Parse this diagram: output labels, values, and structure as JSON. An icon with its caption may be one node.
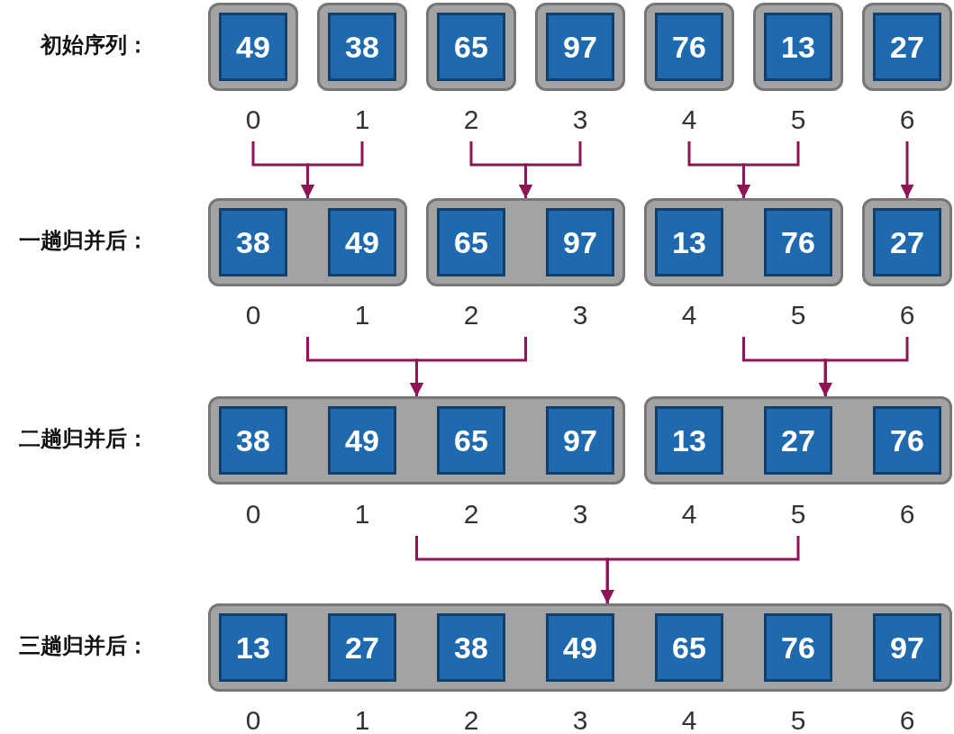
{
  "diagram": {
    "nodes": [
      {
        "text": [],
        "shape": "box"
      },
      {
        "text": [
          "49"
        ],
        "in": 0
      },
      {
        "text": [],
        "shape": "box"
      },
      {
        "text": [
          "38"
        ],
        "in": 2
      },
      {
        "text": [],
        "shape": "box"
      },
      {
        "text": [
          "65"
        ],
        "in": 4
      },
      {
        "text": [],
        "shape": "box"
      },
      {
        "text": [
          "97"
        ],
        "in": 6
      },
      {
        "text": [],
        "shape": "box"
      },
      {
        "text": [
          "76"
        ],
        "in": 8
      },
      {
        "text": [],
        "shape": "box"
      },
      {
        "text": [
          "13"
        ],
        "in": 10
      },
      {
        "text": [],
        "shape": "box"
      },
      {
        "text": [
          "27"
        ],
        "in": 12
      },
      {
        "text": [],
        "shape": "box"
      },
      {
        "text": [
          "38"
        ],
        "in": 14
      },
      {
        "text": [
          "49"
        ],
        "in": 14
      },
      {
        "text": [],
        "shape": "box"
      },
      {
        "text": [
          "65"
        ],
        "in": 17
      },
      {
        "text": [
          "97"
        ],
        "in": 17
      },
      {
        "text": [],
        "shape": "box"
      },
      {
        "text": [
          "13"
        ],
        "in": 20
      },
      {
        "text": [
          "76"
        ],
        "in": 20
      },
      {
        "text": [],
        "shape": "box"
      },
      {
        "text": [
          "27"
        ],
        "in": 23
      },
      {
        "text": [],
        "shape": "box"
      },
      {
        "text": [
          "38"
        ],
        "in": 25
      },
      {
        "text": [
          "49"
        ],
        "in": 25
      },
      {
        "text": [
          "65"
        ],
        "in": 25
      },
      {
        "text": [
          "97"
        ],
        "in": 25
      },
      {
        "text": [],
        "shape": "box"
      },
      {
        "text": [
          "13"
        ],
        "in": 30
      },
      {
        "text": [
          "27"
        ],
        "in": 30
      },
      {
        "text": [
          "76"
        ],
        "in": 30
      },
      {
        "text": [],
        "shape": "box"
      },
      {
        "text": [
          "13"
        ],
        "in": 34
      },
      {
        "text": [
          "27"
        ],
        "in": 34
      },
      {
        "text": [
          "38"
        ],
        "in": 34
      },
      {
        "text": [
          "49"
        ],
        "in": 34
      },
      {
        "text": [
          "65"
        ],
        "in": 34
      },
      {
        "text": [
          "76"
        ],
        "in": 34
      },
      {
        "text": [
          "97"
        ],
        "in": 34
      }
    ],
    "edges": [
      {
        "from": 0,
        "to": 14,
        "arrow": "to"
      },
      {
        "from": 2,
        "to": 14,
        "arrow": "to"
      },
      {
        "from": 4,
        "to": 17,
        "arrow": "to"
      },
      {
        "from": 6,
        "to": 17,
        "arrow": "to"
      },
      {
        "from": 8,
        "to": 20,
        "arrow": "to"
      },
      {
        "from": 10,
        "to": 20,
        "arrow": "to"
      },
      {
        "from": 12,
        "to": 23,
        "arrow": "to"
      },
      {
        "from": 14,
        "to": 25,
        "arrow": "to"
      },
      {
        "from": 17,
        "to": 25,
        "arrow": "to"
      },
      {
        "from": 20,
        "to": 30,
        "arrow": "to"
      },
      {
        "from": 23,
        "to": 30,
        "arrow": "to"
      },
      {
        "from": 25,
        "to": 34,
        "arrow": "to"
      },
      {
        "from": 30,
        "to": 34,
        "arrow": "to"
      }
    ],
    "labels": [
      "初始序列：",
      "0",
      "1",
      "2",
      "3",
      "4",
      "5",
      "6",
      "一趟归并后：",
      "0",
      "1",
      "2",
      "3",
      "4",
      "5",
      "6",
      "二趟归并后：",
      "0",
      "1",
      "2",
      "3",
      "4",
      "5",
      "6",
      "三趟归并后：",
      "0",
      "1",
      "2",
      "3",
      "4",
      "5",
      "6"
    ]
  }
}
